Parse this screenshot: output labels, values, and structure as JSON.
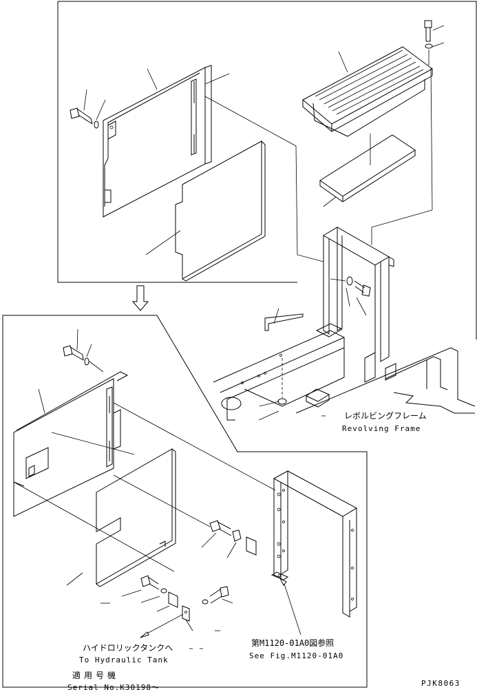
{
  "labels": {
    "revolving_frame_jp": "レボルビングフレーム",
    "revolving_frame_en": "Revolving Frame",
    "see_fig_jp": "第M1120-01A0図参照",
    "see_fig_en": "See Fig.M1120-01A0",
    "hydraulic_tank_jp": "ハイドロリックタンクへ",
    "hydraulic_tank_en": "To Hydraulic Tank",
    "serial_jp": "適用号機",
    "serial_en": "Serial No.K30198～",
    "drawing_code": "PJK8063"
  },
  "icons": {
    "transition_arrow": "down-arrow-icon",
    "callout_arrow": "leader-arrow-icon"
  }
}
